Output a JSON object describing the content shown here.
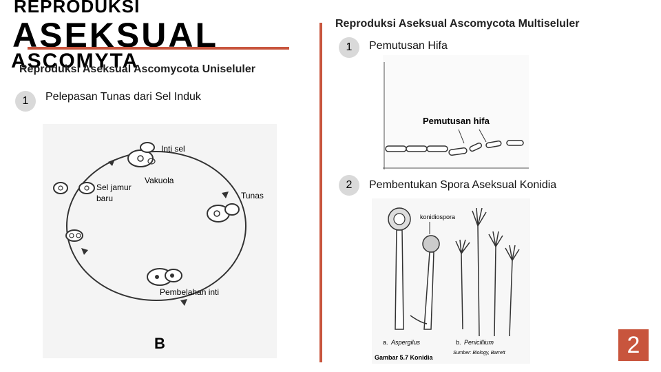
{
  "title": {
    "line1": "REPRODUKSI",
    "line2": "ASEKSUAL",
    "line3": "ASCOMYTA"
  },
  "left": {
    "heading": "Reproduksi Aseksual Ascomycota Uniseluler",
    "items": [
      {
        "number": "1",
        "text": "Pelepasan Tunas dari Sel Induk"
      }
    ],
    "figure": {
      "labels": {
        "inti_sel": "Inti sel",
        "vakuola": "Vakuola",
        "tunas": "Tunas",
        "sel_jamur_baru_1": "Sel jamur",
        "sel_jamur_baru_2": "baru",
        "pembelahan_inti": "Pembelahan inti",
        "panel": "B"
      }
    }
  },
  "right": {
    "heading": "Reproduksi Aseksual Ascomycota Multiseluler",
    "items": [
      {
        "number": "1",
        "text": "Pemutusan Hifa"
      },
      {
        "number": "2",
        "text": "Pembentukan Spora Aseksual Konidia"
      }
    ],
    "figure1": {
      "label": "Pemutusan hifa"
    },
    "figure2": {
      "label_konidiospora": "konidiospora",
      "label_a": "a.",
      "label_aspergillus": "Aspergilus",
      "label_b": "b.",
      "label_penicillium": "Penicillium",
      "caption": "Gambar 5.7 Konidia",
      "source": "Sumber: Biology, Barrett"
    }
  },
  "page_number": "2",
  "colors": {
    "accent": "#c8553d",
    "badge": "#d9d9d9"
  }
}
